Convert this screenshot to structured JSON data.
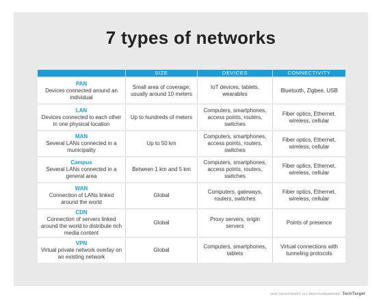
{
  "title": "7 types of networks",
  "headers": [
    "",
    "SIZE",
    "DEVICES",
    "CONNECTIVITY"
  ],
  "rows": [
    {
      "name": "PAN",
      "desc": "Devices connected around an individual",
      "size": "Small area of coverage; usually around 10 meters",
      "devices": "IoT devices, tablets, wearables",
      "connectivity": "Bluetooth, Zigbee, USB"
    },
    {
      "name": "LAN",
      "desc": "Devices connected to each other in one physical location",
      "size": "Up to hundreds of meters",
      "devices": "Computers, smartphones, access points, routers, switches",
      "connectivity": "Fiber optics, Ethernet, wireless, cellular"
    },
    {
      "name": "MAN",
      "desc": "Several LANs connected in a municipality",
      "size": "Up to 50 km",
      "devices": "Computers, smartphones, access points, routers, switches",
      "connectivity": "Fiber optics, Ethernet, wireless, cellular"
    },
    {
      "name": "Campus",
      "desc": "Several LANs connected in a general area",
      "size": "Between 1 km and 5 km",
      "devices": "Computers, smartphones, access points, routers, switches",
      "connectivity": "Fiber optics, Ethernet, wireless, cellular"
    },
    {
      "name": "WAN",
      "desc": "Connection of LANs linked around the world",
      "size": "Global",
      "devices": "Computers, gateways, routers, switches",
      "connectivity": "Fiber optics, Ethernet, wireless, cellular"
    },
    {
      "name": "CDN",
      "desc": "Connection of servers linked around the world to distribute rich media content",
      "size": "Global",
      "devices": "Proxy servers, origin servers",
      "connectivity": "Points of presence"
    },
    {
      "name": "VPN",
      "desc": "Virtual private network overlay on an existing network",
      "size": "Global",
      "devices": "Computers, smartphones, tablets",
      "connectivity": "Virtual connections with tunneling protocols"
    }
  ],
  "footer": {
    "copyright": "2021 TECHTARGET. ALL RIGHTS RESERVED.",
    "brand": "TechTarget"
  }
}
